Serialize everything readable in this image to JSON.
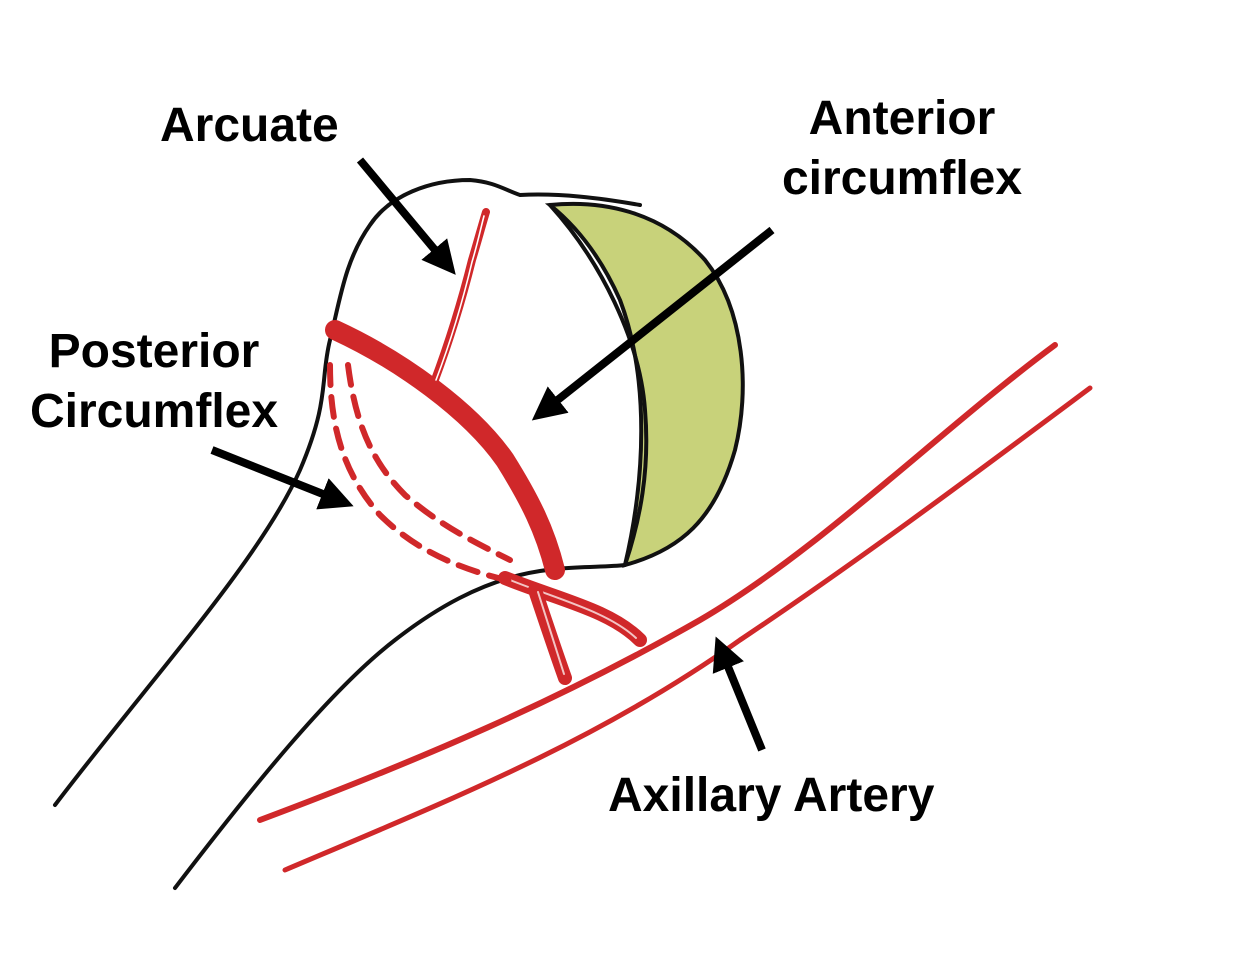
{
  "labels": {
    "arcuate": "Arcuate",
    "anterior_line1": "Anterior",
    "anterior_line2": "circumflex",
    "posterior_line1": "Posterior",
    "posterior_line2": "Circumflex",
    "axillary": "Axillary Artery"
  },
  "colors": {
    "outline": "#111111",
    "artery": "#d0282a",
    "cartilage": "#c8d27a",
    "arrow": "#000000",
    "background": "#ffffff"
  }
}
